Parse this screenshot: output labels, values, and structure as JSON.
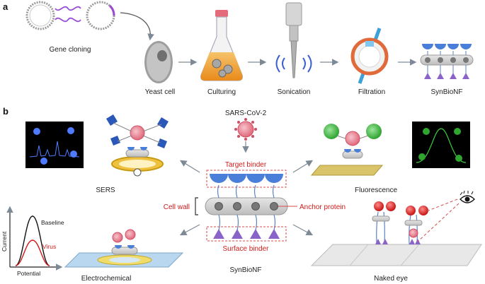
{
  "panel_a": {
    "label": "a",
    "steps": [
      "Gene cloning",
      "Yeast cell",
      "Culturing",
      "Sonication",
      "Filtration",
      "SynBioNF"
    ]
  },
  "panel_b": {
    "label": "b",
    "virus_label": "SARS-CoV-2",
    "target_binder": "Target binder",
    "cell_wall": "Cell wall",
    "anchor_protein": "Anchor protein",
    "surface_binder": "Surface binder",
    "center_label": "SynBioNF",
    "methods": {
      "sers": "SERS",
      "fluorescence": "Fluorescence",
      "electrochemical": "Electrochemical",
      "naked_eye": "Naked eye"
    },
    "electro_plot": {
      "ylabel": "Current",
      "xlabel": "Potential",
      "legend": [
        "Baseline",
        "Virus"
      ]
    }
  },
  "colors": {
    "red_label": "#d21a1a",
    "binder_blue": "#4a7fd9",
    "surface_purple": "#8a63c9",
    "arrow_grey": "#7d8a96",
    "dash_red": "#d94a4a"
  }
}
